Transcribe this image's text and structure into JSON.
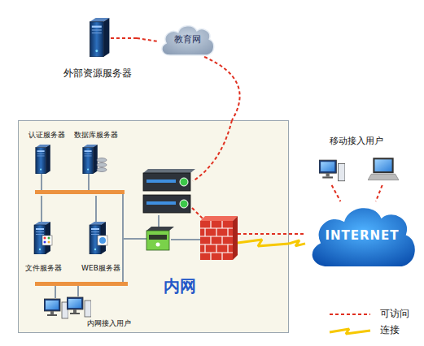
{
  "diagram": {
    "nodes": [
      {
        "text": [
          "外部资源服务器"
        ]
      },
      {
        "text": [
          "教育网"
        ]
      },
      {
        "text": [
          "内网"
        ]
      },
      {
        "text": [
          "认证服务器"
        ],
        "in": 2
      },
      {
        "text": [
          "数据库服务器"
        ],
        "in": 2
      },
      {
        "text": [
          "文件服务器"
        ],
        "in": 2
      },
      {
        "text": [
          "WEB服务器"
        ],
        "in": 2
      },
      {
        "text": [
          "内网接入用户"
        ],
        "in": 2
      },
      {
        "text": [
          "移动接入用户"
        ]
      },
      {
        "text": [
          "INTERNET"
        ]
      }
    ],
    "edges": [
      {
        "from": 0,
        "to": 1,
        "arrow": "none"
      },
      {
        "from": 1,
        "to": 2,
        "arrow": "none"
      },
      {
        "from": 2,
        "to": 9,
        "arrow": "none"
      },
      {
        "from": 2,
        "to": 9,
        "arrow": "none"
      },
      {
        "from": 8,
        "to": 9,
        "arrow": "none"
      }
    ],
    "legend": [
      {
        "text": "可访问"
      },
      {
        "text": "连接"
      }
    ]
  }
}
